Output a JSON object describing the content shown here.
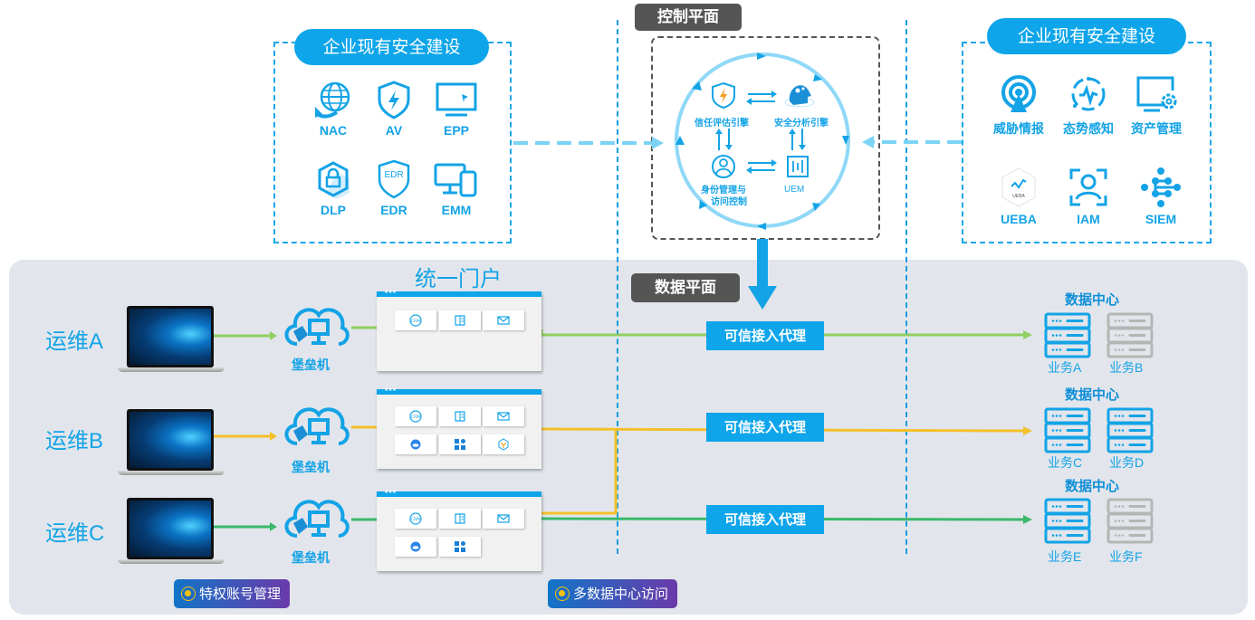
{
  "left_security": {
    "title": "企业现有安全建设",
    "items": [
      {
        "label": "NAC",
        "icon": "globe-icon"
      },
      {
        "label": "AV",
        "icon": "shield-bolt-icon"
      },
      {
        "label": "EPP",
        "icon": "monitor-icon"
      },
      {
        "label": "DLP",
        "icon": "lock-hexagon-icon"
      },
      {
        "label": "EDR",
        "icon": "edr-shield-icon"
      },
      {
        "label": "EMM",
        "icon": "devices-icon"
      }
    ]
  },
  "right_security": {
    "title": "企业现有安全建设",
    "items": [
      {
        "label": "威胁情报",
        "icon": "radar-icon"
      },
      {
        "label": "态势感知",
        "icon": "pulse-icon"
      },
      {
        "label": "资产管理",
        "icon": "monitor-gear-icon"
      },
      {
        "label": "UEBA",
        "icon": "ueba-icon",
        "icon_text": "UEBA"
      },
      {
        "label": "IAM",
        "icon": "face-id-icon"
      },
      {
        "label": "SIEM",
        "icon": "network-icon"
      }
    ]
  },
  "control_plane": {
    "title": "控制平面",
    "nodes": {
      "trust_engine": "信任评估引擎",
      "analysis_engine": "安全分析引擎",
      "identity_line1": "身份管理与",
      "identity_line2": "访问控制",
      "uem": "UEM"
    }
  },
  "data_plane": {
    "title": "数据平面",
    "portal_title": "统一门户",
    "proxy_label": "可信接入代理",
    "users": [
      {
        "name": "运维A",
        "bastion": "堡垒机",
        "line_color": "#8fcf5f"
      },
      {
        "name": "运维B",
        "bastion": "堡垒机",
        "line_color": "#f5c02a"
      },
      {
        "name": "运维C",
        "bastion": "堡垒机",
        "line_color": "#3bb86a"
      }
    ],
    "portal_stars": "★★★",
    "portal_tiles": [
      "crm-icon",
      "contacts-icon",
      "mail-icon",
      "cloud-icon",
      "apps-icon",
      "box-icon"
    ],
    "tile_texts": {
      "crm": "CRM"
    },
    "data_centers": [
      {
        "title": "数据中心",
        "services": [
          {
            "name": "业务A",
            "active": true
          },
          {
            "name": "业务B",
            "active": false
          }
        ]
      },
      {
        "title": "数据中心",
        "services": [
          {
            "name": "业务C",
            "active": true
          },
          {
            "name": "业务D",
            "active": true
          }
        ]
      },
      {
        "title": "数据中心",
        "services": [
          {
            "name": "业务E",
            "active": true
          },
          {
            "name": "业务F",
            "active": false
          }
        ]
      }
    ],
    "features": [
      "特权账号管理",
      "多数据中心访问"
    ]
  },
  "colors": {
    "accent": "#0ea5ea",
    "dark_tag": "#555555",
    "inactive_server": "#b5b5b5",
    "data_area": "#e2e6ec"
  }
}
